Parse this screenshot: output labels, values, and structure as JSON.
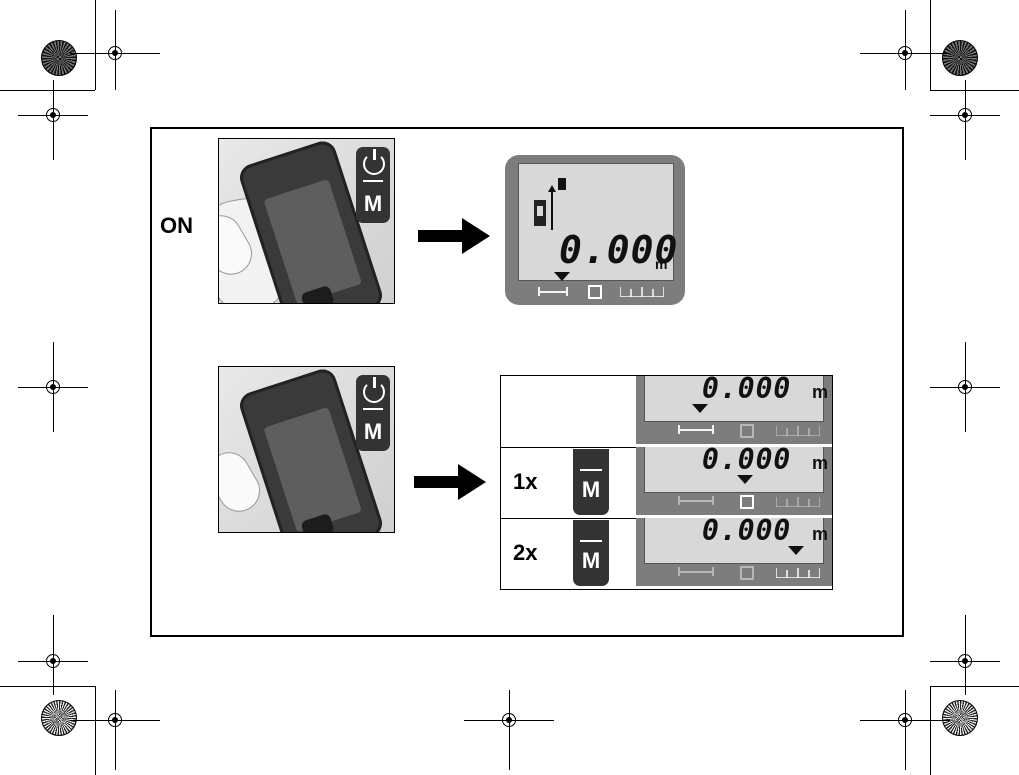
{
  "on_label": "ON",
  "keys": {
    "m_label": "M"
  },
  "display_on": {
    "reading": "0.000",
    "unit": "m",
    "mode_icons": [
      "length-mode-icon",
      "area-mode-icon",
      "volume-mode-icon"
    ]
  },
  "modes": [
    {
      "count": "",
      "reading": "0.000",
      "unit": "m",
      "selected_mode": "length"
    },
    {
      "count": "1x",
      "reading": "0.000",
      "unit": "m",
      "selected_mode": "area"
    },
    {
      "count": "2x",
      "reading": "0.000",
      "unit": "m",
      "selected_mode": "volume"
    }
  ],
  "colors": {
    "key": "#333333",
    "lcd_frame": "#7d7d7d",
    "lcd_panel": "#d8d8d8"
  }
}
